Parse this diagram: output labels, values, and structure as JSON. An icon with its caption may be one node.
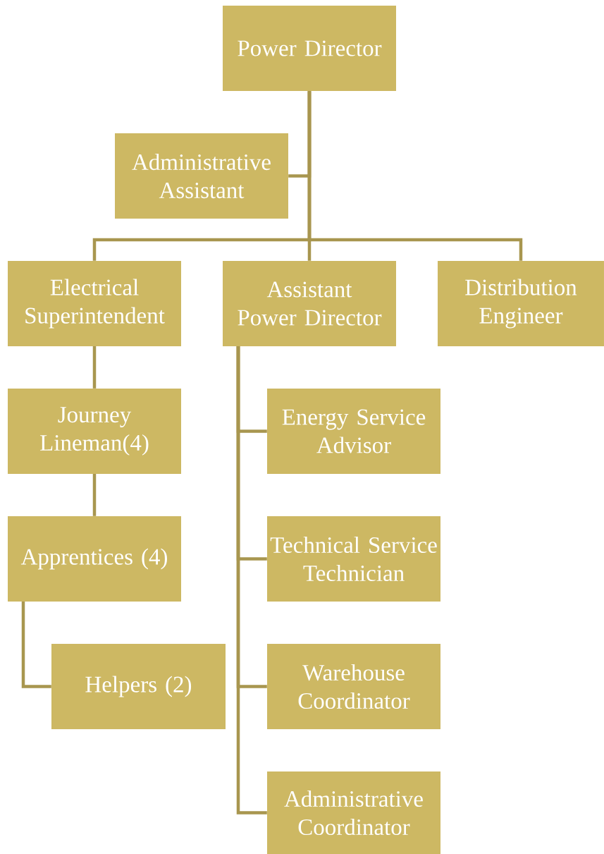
{
  "diagram": {
    "nodes": [
      {
        "text": [
          "Power Director"
        ]
      },
      {
        "text": [
          "Administrative Assistant"
        ]
      },
      {
        "text": [
          "Electrical Superintendent"
        ]
      },
      {
        "text": [
          "Assistant Power Director"
        ]
      },
      {
        "text": [
          "Distribution Engineer"
        ]
      },
      {
        "text": [
          "Journey Lineman(4)"
        ]
      },
      {
        "text": [
          "Apprentices (4)"
        ]
      },
      {
        "text": [
          "Helpers (2)"
        ]
      },
      {
        "text": [
          "Energy Service Advisor"
        ]
      },
      {
        "text": [
          "Technical Service Technician"
        ]
      },
      {
        "text": [
          "Warehouse Coordinator"
        ]
      },
      {
        "text": [
          "Administrative Coordinator"
        ]
      }
    ],
    "edges": [
      {
        "from": 0,
        "to": 1,
        "arrow": "none"
      },
      {
        "from": 0,
        "to": 2,
        "arrow": "none"
      },
      {
        "from": 0,
        "to": 3,
        "arrow": "none"
      },
      {
        "from": 0,
        "to": 4,
        "arrow": "none"
      },
      {
        "from": 2,
        "to": 5,
        "arrow": "none"
      },
      {
        "from": 5,
        "to": 6,
        "arrow": "none"
      },
      {
        "from": 6,
        "to": 7,
        "arrow": "none"
      },
      {
        "from": 3,
        "to": 8,
        "arrow": "none"
      },
      {
        "from": 3,
        "to": 9,
        "arrow": "none"
      },
      {
        "from": 3,
        "to": 10,
        "arrow": "none"
      },
      {
        "from": 3,
        "to": 11,
        "arrow": "none"
      }
    ]
  }
}
